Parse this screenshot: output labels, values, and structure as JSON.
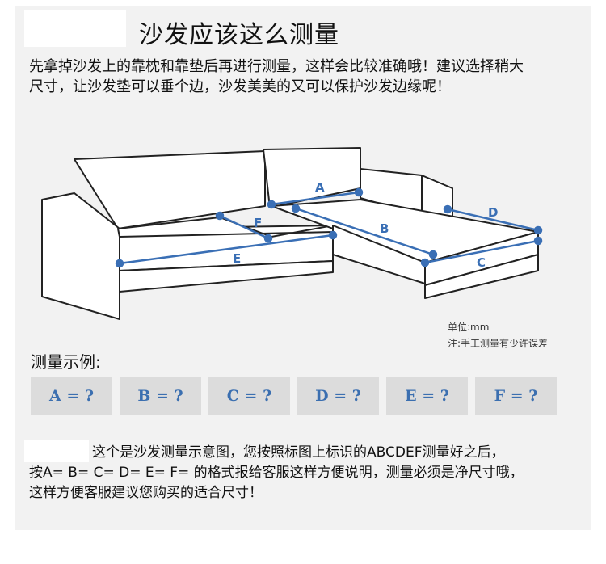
{
  "title": "沙发应该这么测量",
  "intro": {
    "line1": "先拿掉沙发上的靠枕和靠垫后再进行测量，这样会比较准确哦！建议选择稍大",
    "line2": "尺寸，让沙发垫可以垂个边，沙发美美的又可以保护沙发边缘呢！"
  },
  "diagram": {
    "labels": {
      "a": "A",
      "b": "B",
      "c": "C",
      "d": "D",
      "e": "E",
      "f": "F"
    },
    "measure_color": "#3a6fb5",
    "outline_color": "#222222"
  },
  "units": {
    "unit_label": "单位:mm",
    "note": "注:手工测量有少许误差"
  },
  "example": {
    "title": "测量示例:",
    "items": [
      "A = ?",
      "B = ?",
      "C = ?",
      "D = ?",
      "E = ?",
      "F = ?"
    ]
  },
  "outro": {
    "line1": "这个是沙发测量示意图，您按照标图上标识的ABCDEF测量好之后，",
    "line2": "按A= B= C= D= E= F= 的格式报给客服这样方便说明，测量必须是净尺寸哦，",
    "line3": "这样方便客服建议您购买的适合尺寸！"
  }
}
